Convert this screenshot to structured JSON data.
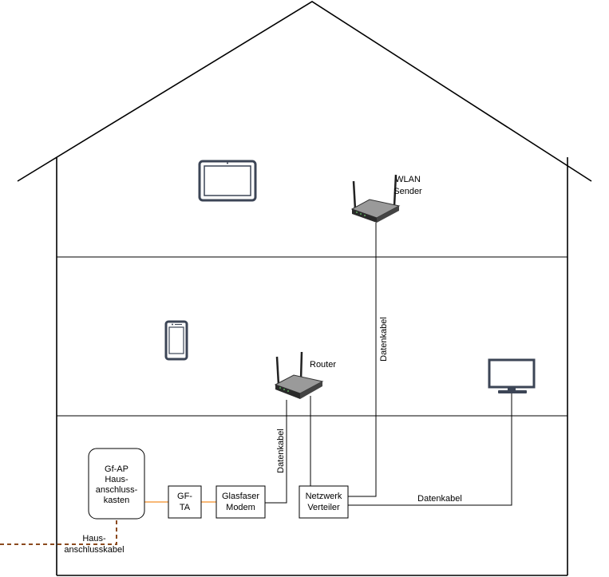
{
  "labels": {
    "wlan_line1": "WLAN",
    "wlan_line2": "Sender",
    "router": "Router",
    "cable_vertical_right": "Datenkabel",
    "cable_vertical_mid": "Datenkabel",
    "cable_horizontal": "Datenkabel",
    "hak_line1": "Gf-AP",
    "hak_line2": "Haus-",
    "hak_line3": "anschluss-",
    "hak_line4": "kasten",
    "gfta_line1": "GF-",
    "gfta_line2": "TA",
    "modem_line1": "Glasfaser",
    "modem_line2": "Modem",
    "verteiler_line1": "Netzwerk",
    "verteiler_line2": "Verteiler",
    "hauskabel_line1": "Haus-",
    "hauskabel_line2": "anschlusskabel"
  },
  "icons": {
    "tablet": "tablet-icon",
    "smartphone": "smartphone-icon",
    "tv": "tv-monitor-icon",
    "router": "router-icon",
    "wlan": "wlan-access-point-icon"
  },
  "colors": {
    "lines": "#000000",
    "fiber": "#f5a04a",
    "house_cable": "#8b4a1f",
    "device_dark": "#3c4556",
    "router_body": "#8a8a8a"
  }
}
